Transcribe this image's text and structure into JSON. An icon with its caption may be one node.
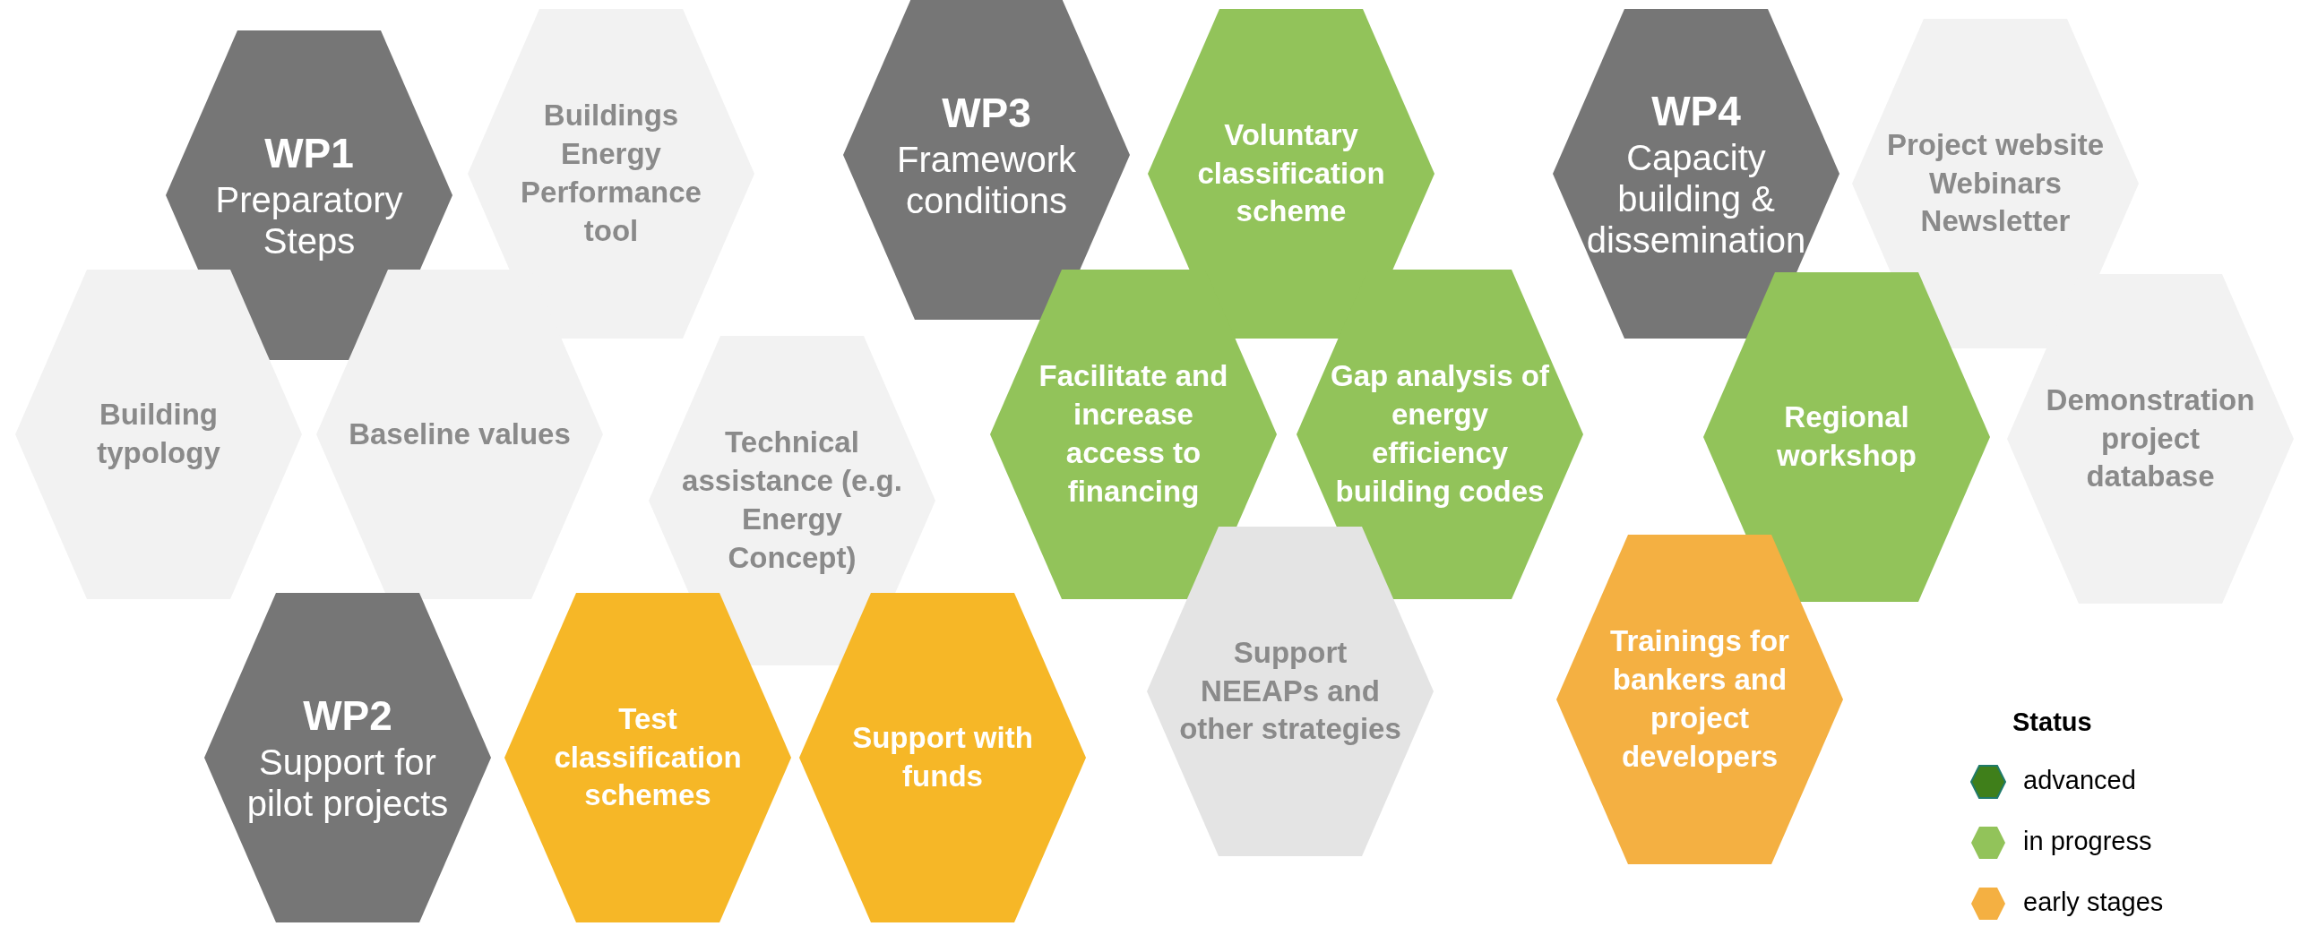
{
  "diagram": {
    "nodes": [
      {
        "text": [
          "WP1",
          "Preparatory Steps"
        ]
      },
      {
        "text": [
          "Buildings Energy Performance tool"
        ]
      },
      {
        "text": [
          "Building typology"
        ]
      },
      {
        "text": [
          "Baseline values"
        ]
      },
      {
        "text": [
          "Technical assistance (e.g. Energy Concept)"
        ]
      },
      {
        "text": [
          "WP2",
          "Support for pilot projects"
        ]
      },
      {
        "text": [
          "Test classification schemes"
        ]
      },
      {
        "text": [
          "Support with funds"
        ]
      },
      {
        "text": [
          "WP3",
          "Framework conditions"
        ]
      },
      {
        "text": [
          "Voluntary classification scheme"
        ]
      },
      {
        "text": [
          "Facilitate and increase access to financing"
        ]
      },
      {
        "text": [
          "Gap analysis of energy efficiency building codes"
        ]
      },
      {
        "text": [
          "Support NEEAPs and other strategies"
        ]
      },
      {
        "text": [
          "WP4",
          "Capacity building & dissemination"
        ]
      },
      {
        "text": [
          "Project website Webinars Newsletter"
        ]
      },
      {
        "text": [
          "Regional workshop"
        ]
      },
      {
        "text": [
          "Demonstration project database"
        ]
      },
      {
        "text": [
          "Trainings for bankers and project developers"
        ]
      }
    ],
    "edges": [],
    "labels": [
      "Status"
    ],
    "legend": [
      {
        "text": "advanced",
        "color": "#3f7f1a"
      },
      {
        "text": "in progress",
        "color": "#92c35a"
      },
      {
        "text": "early stages",
        "color": "#f4b042"
      }
    ]
  }
}
